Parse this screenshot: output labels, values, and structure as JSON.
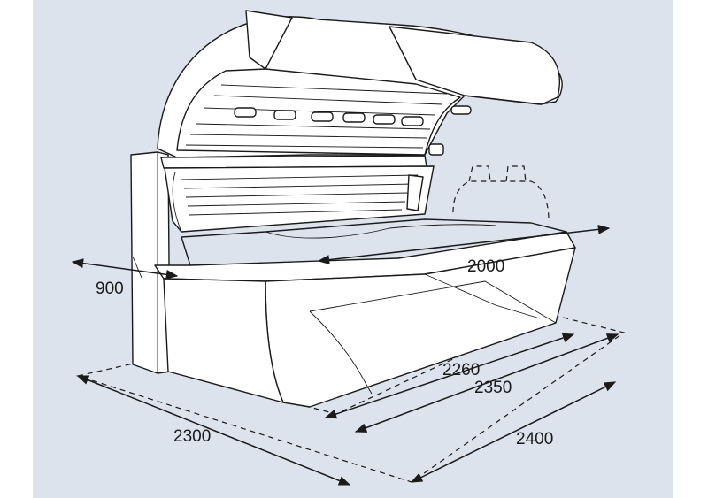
{
  "colors": {
    "background": "#dde3ec",
    "outline": "#1a1a1a",
    "body_fill": "#ffffff",
    "acrylic_fill": "#c7d0dc"
  },
  "dimensions": {
    "bench_width": "900",
    "bench_length": "2000",
    "base_length": "2260",
    "footprint_length": "2350",
    "footprint_width": "2300",
    "open_length": "2400"
  }
}
